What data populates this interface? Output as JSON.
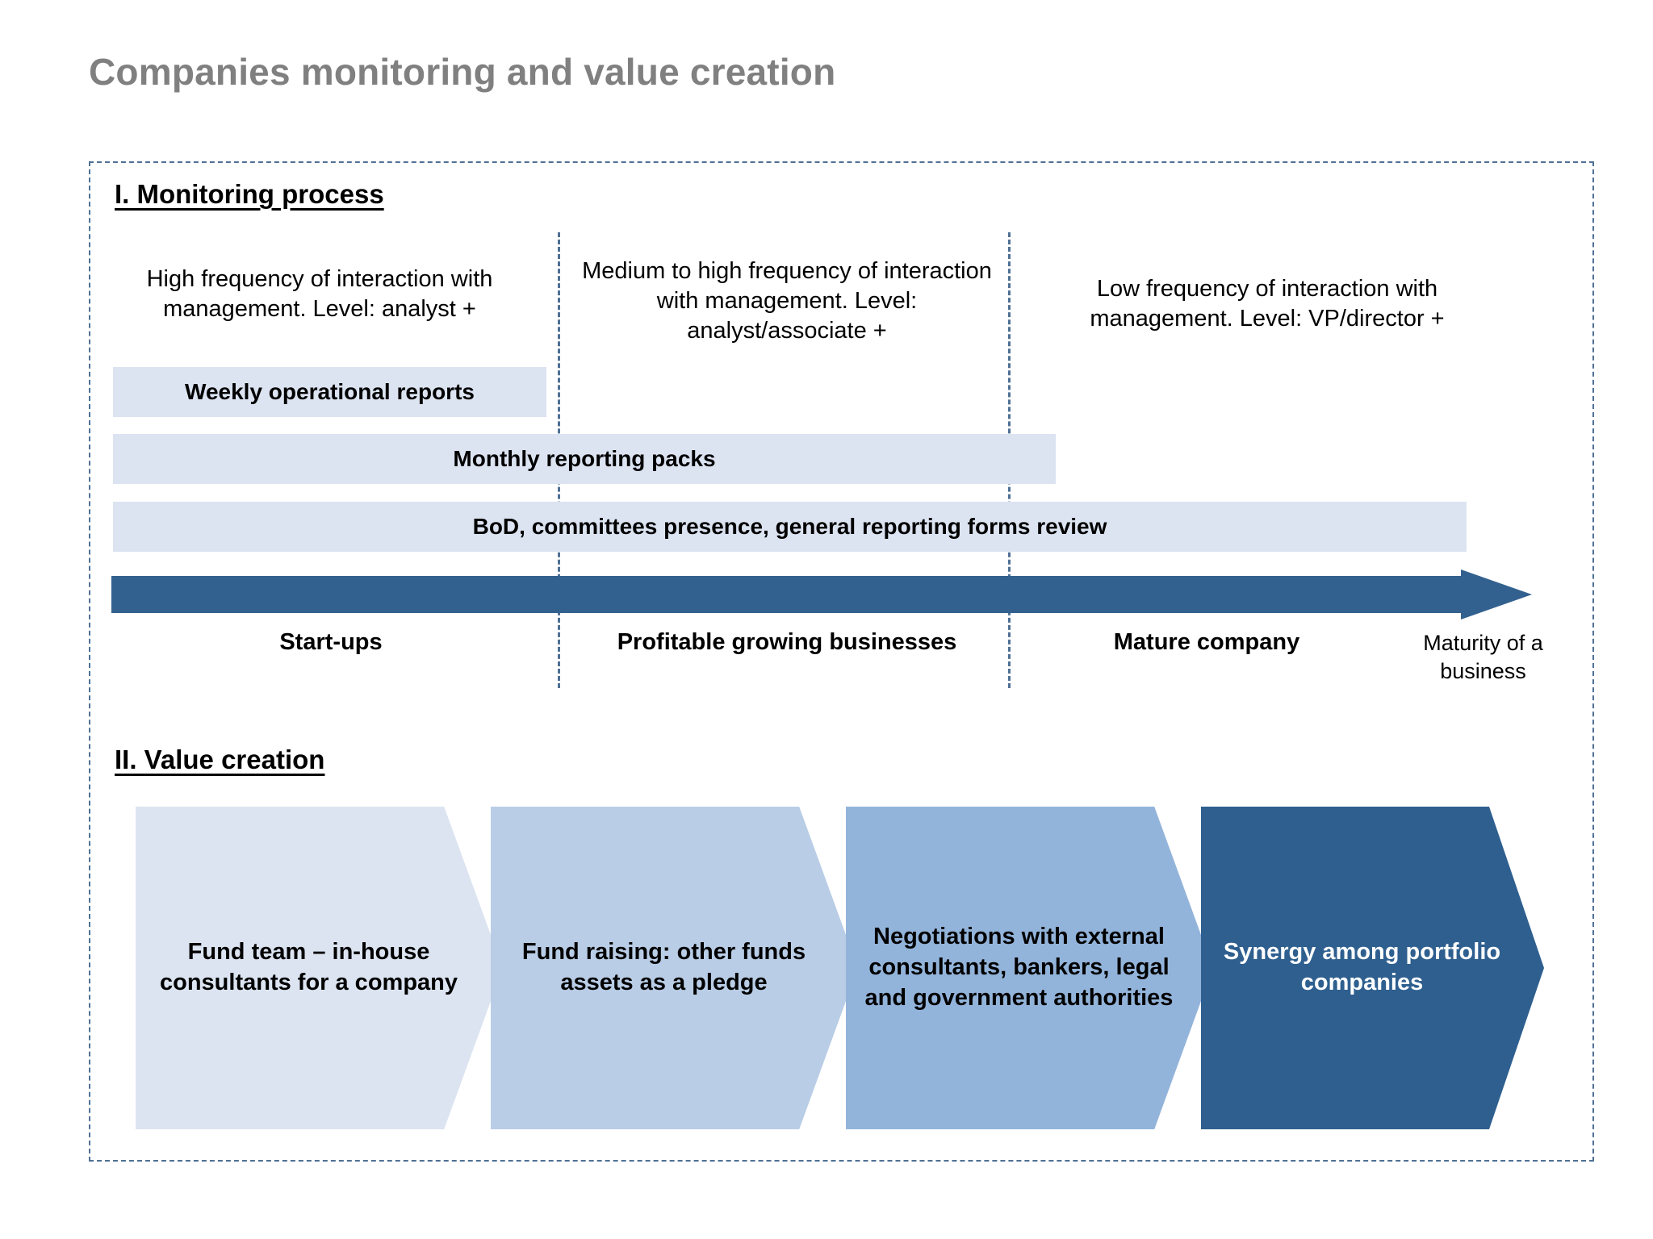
{
  "title": "Companies monitoring and value creation",
  "colors": {
    "title_gray": "#808080",
    "frame_dashed_blue": "#4f7094",
    "bar_light_blue": "#dce3f1",
    "arrow_dark_blue": "#33618f",
    "chevron_1": "#dce4f1",
    "chevron_2": "#b9cde6",
    "chevron_3": "#93b4da",
    "chevron_4": "#2e5f8f"
  },
  "sections": {
    "monitoring": {
      "heading": "I. Monitoring process",
      "frequency_blocks": [
        "High frequency of interaction with management. Level: analyst +",
        "Medium to high frequency of interaction with management. Level: analyst/associate +",
        "Low frequency of interaction with management. Level: VP/director +"
      ],
      "bars": [
        {
          "label": "Weekly operational reports"
        },
        {
          "label": "Monthly reporting packs"
        },
        {
          "label": "BoD, committees presence, general reporting forms review"
        }
      ],
      "stages": [
        "Start-ups",
        "Profitable growing businesses",
        "Mature company"
      ],
      "axis_caption": "Maturity of a business"
    },
    "value_creation": {
      "heading": "II. Value creation",
      "chevrons": [
        {
          "label": "Fund team – in-house consultants for a company"
        },
        {
          "label": "Fund raising: other funds assets as a pledge"
        },
        {
          "label": "Negotiations with external consultants, bankers, legal and government authorities"
        },
        {
          "label": "Synergy among portfolio companies"
        }
      ]
    }
  }
}
